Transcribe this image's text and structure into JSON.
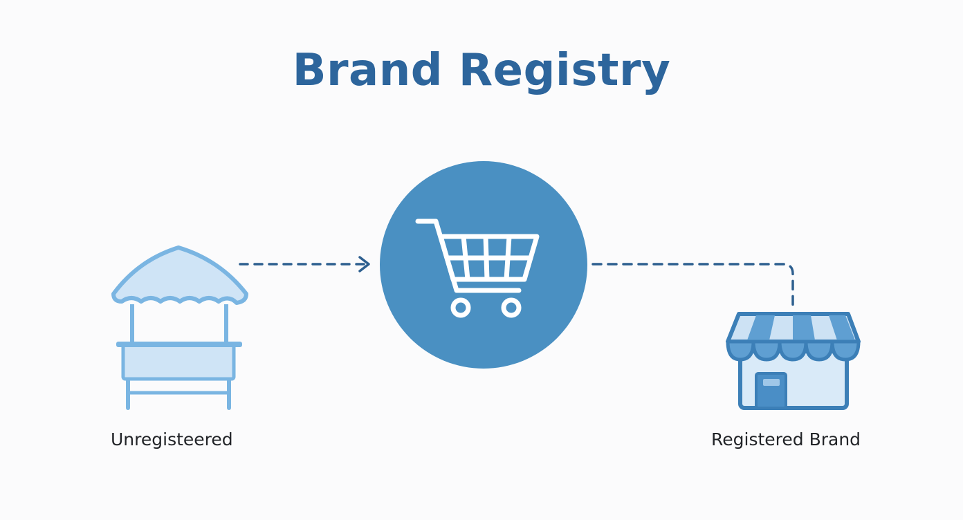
{
  "title": "Brand Registry",
  "nodes": {
    "unregistered": {
      "label": "Unregisteered",
      "icon": "market-stall-icon"
    },
    "marketplace": {
      "icon": "shopping-cart-icon"
    },
    "registered": {
      "label": "Registered Brand",
      "icon": "storefront-icon"
    }
  },
  "colors": {
    "title": "#2d659c",
    "circle": "#4a90c2",
    "stall_stroke": "#7ab5e2",
    "stall_fill": "#cfe4f6",
    "store_stroke": "#3c7fb7",
    "store_fill": "#d9eaf8",
    "connector": "#2d5f8f",
    "label": "#222428"
  }
}
